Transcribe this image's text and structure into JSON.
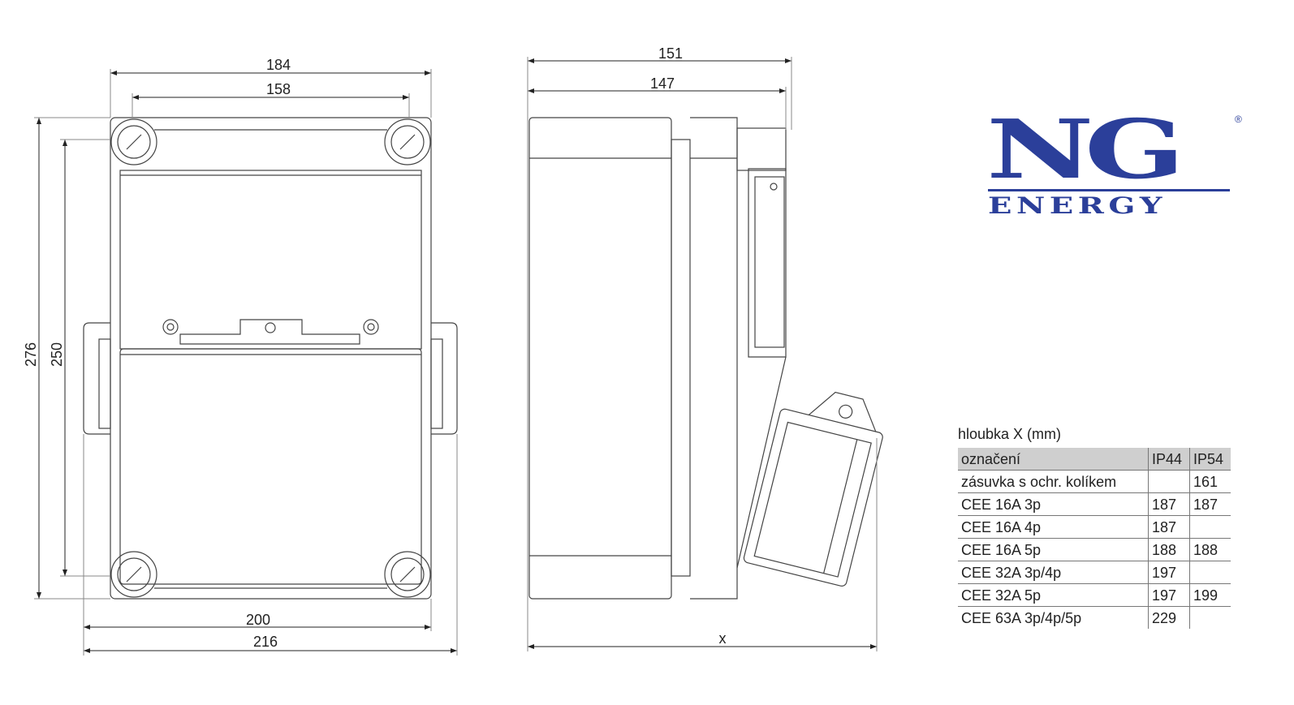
{
  "front_view": {
    "dims": {
      "outer_width": "184",
      "inner_width": "158",
      "outer_height": "276",
      "inner_height": "250",
      "base_width": "200",
      "total_width": "216"
    }
  },
  "side_view": {
    "dims": {
      "total_depth": "151",
      "body_depth": "147",
      "variable_depth": "x"
    }
  },
  "logo": {
    "main": "NG",
    "sub": "ENERGY",
    "registered": "®",
    "color": "#2b3f9a"
  },
  "depth_table": {
    "caption": "hloubka X (mm)",
    "headers": [
      "označení",
      "IP44",
      "IP54"
    ],
    "rows": [
      [
        "zásuvka s ochr. kolíkem",
        "",
        "161"
      ],
      [
        "CEE 16A 3p",
        "187",
        "187"
      ],
      [
        "CEE 16A 4p",
        "187",
        ""
      ],
      [
        "CEE 16A 5p",
        "188",
        "188"
      ],
      [
        "CEE 32A 3p/4p",
        "197",
        ""
      ],
      [
        "CEE 32A 5p",
        "197",
        "199"
      ],
      [
        "CEE 63A 3p/4p/5p",
        "229",
        ""
      ]
    ]
  }
}
